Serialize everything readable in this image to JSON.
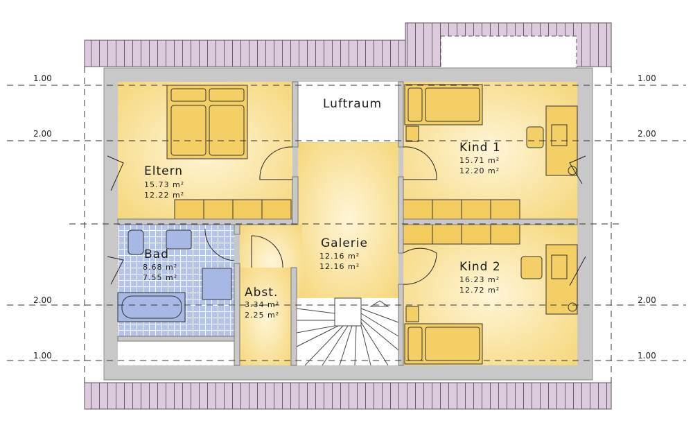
{
  "plan": {
    "rooms": [
      {
        "name": "Eltern",
        "area1": "15.73 m²",
        "area2": "12.22 m²"
      },
      {
        "name": "Kind 1",
        "area1": "15.71 m²",
        "area2": "12.20 m²"
      },
      {
        "name": "Bad",
        "area1": "8.68 m²",
        "area2": "7.55 m²"
      },
      {
        "name": "Galerie",
        "area1": "12.16 m²",
        "area2": "12.16 m²"
      },
      {
        "name": "Kind 2",
        "area1": "16.23 m²",
        "area2": "12.72 m²"
      },
      {
        "name": "Abst.",
        "area1": "3.34 m²",
        "area2": "2.25 m²"
      }
    ],
    "void_label": "Luftraum",
    "height_marks": {
      "h1": "1.00",
      "h2": "2.00"
    }
  },
  "colors": {
    "room": "#f8dc88",
    "wall": "#c8c8c8",
    "roof": "#dccbdc",
    "tile": "#b4c4ec"
  }
}
